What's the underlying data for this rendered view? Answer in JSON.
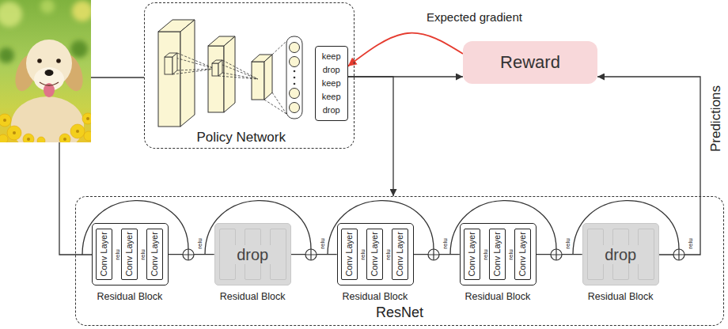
{
  "diagram": {
    "nodes": [
      {
        "text": [
          "Policy Network"
        ]
      },
      {
        "text": [
          "keep",
          "drop",
          "keep",
          "keep",
          "drop"
        ],
        "in": 0
      },
      {
        "text": [
          "Reward"
        ]
      },
      {
        "text": [
          "ResNet"
        ]
      },
      {
        "text": [
          "Residual Block"
        ],
        "in": 3
      },
      {
        "text": [
          "Conv Layer"
        ],
        "in": 4
      },
      {
        "text": [
          "Conv Layer"
        ],
        "in": 4
      },
      {
        "text": [
          "Conv Layer"
        ],
        "in": 4
      },
      {
        "text": [
          "drop",
          "Residual Block"
        ],
        "in": 3
      },
      {
        "text": [
          "Residual Block"
        ],
        "in": 3
      },
      {
        "text": [
          "Conv Layer"
        ],
        "in": 9
      },
      {
        "text": [
          "Conv Layer"
        ],
        "in": 9
      },
      {
        "text": [
          "Conv Layer"
        ],
        "in": 9
      },
      {
        "text": [
          "Residual Block"
        ],
        "in": 3
      },
      {
        "text": [
          "Conv Layer"
        ],
        "in": 13
      },
      {
        "text": [
          "Conv Layer"
        ],
        "in": 13
      },
      {
        "text": [
          "Conv Layer"
        ],
        "in": 13
      },
      {
        "text": [
          "drop",
          "Residual Block"
        ],
        "in": 3
      }
    ],
    "edges": [
      {
        "from": 1,
        "to": 2,
        "arrow": "to"
      },
      {
        "from": 2,
        "to": 1,
        "arrow": "to",
        "label": "Expected gradient"
      },
      {
        "from": 1,
        "to": 3,
        "arrow": "to"
      },
      {
        "from": 3,
        "to": 2,
        "arrow": "to",
        "label": "Predictions"
      },
      {
        "from": 4,
        "to": 8,
        "arrow": "none"
      },
      {
        "from": 8,
        "to": 9,
        "arrow": "none"
      },
      {
        "from": 9,
        "to": 13,
        "arrow": "none"
      },
      {
        "from": 13,
        "to": 17,
        "arrow": "none"
      }
    ],
    "labels": [
      "relu",
      "relu",
      "relu",
      "relu",
      "relu",
      "relu",
      "relu",
      "relu",
      "relu",
      "relu",
      "relu"
    ]
  }
}
